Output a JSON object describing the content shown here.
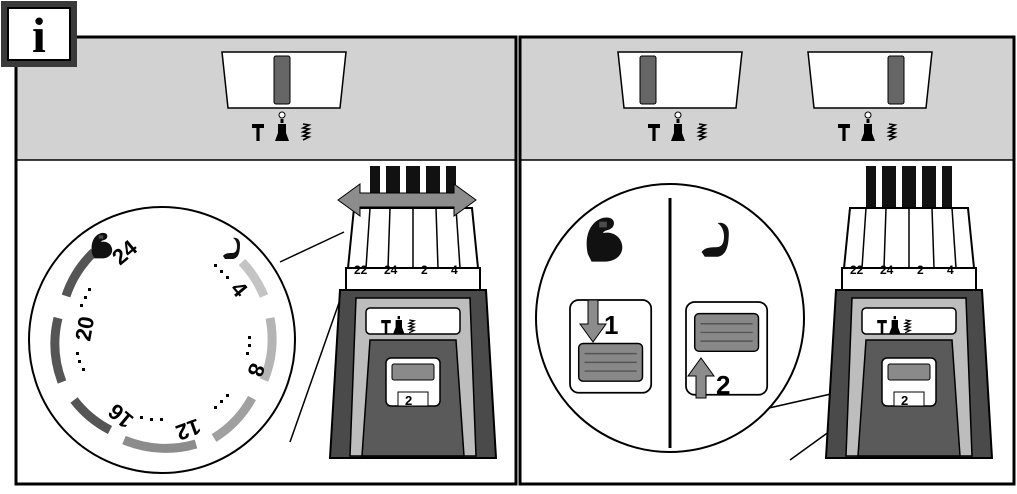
{
  "info_badge": {
    "letter": "i",
    "icon": "info-icon"
  },
  "colors": {
    "band": "#d2d2d2",
    "dark": "#222222",
    "mid": "#666666",
    "light": "#bdbdbd",
    "outline": "#000000"
  },
  "dial": {
    "labels": [
      "24",
      "20",
      "16",
      "12",
      "8",
      "4"
    ],
    "gears": [
      "gear-1-strong-icon",
      "gear-2-weak-icon"
    ]
  },
  "drill": {
    "clutch_scale": [
      "22",
      "24",
      "2",
      "4"
    ],
    "gear_selector_label": "2",
    "mode_icons": [
      "hammer-mode-icon",
      "drill-mode-icon",
      "screw-mode-icon"
    ]
  },
  "steps": {
    "step_1": "1",
    "step_2": "2"
  }
}
